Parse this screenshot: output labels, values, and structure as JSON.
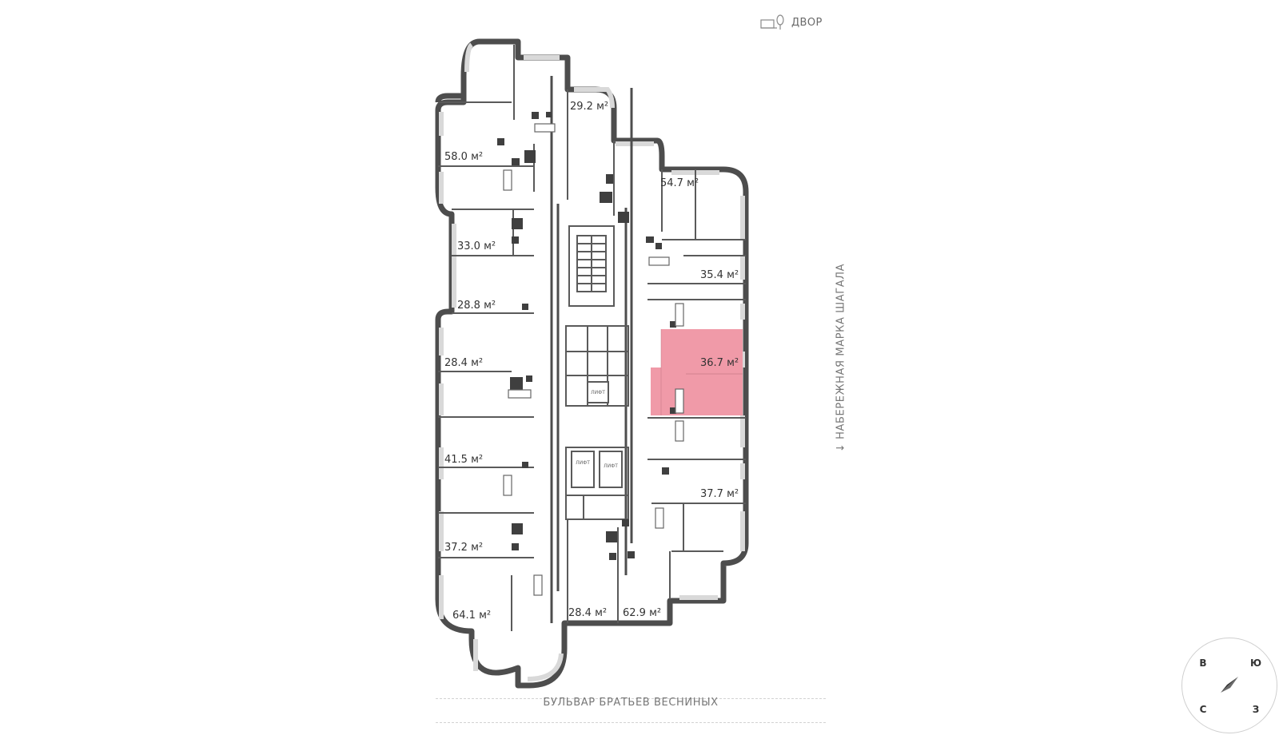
{
  "courtyard": {
    "label": "ДВОР",
    "icon": "courtyard-icon"
  },
  "streets": {
    "bottom": "БУЛЬВАР БРАТЬЕВ ВЕСНИНЫХ",
    "side": "↓ НАБЕРЕЖНАЯ МАРКА ШАГАЛА"
  },
  "compass": {
    "north_left": "В",
    "north_right": "Ю",
    "south_left": "С",
    "south_right": "З"
  },
  "lifts": [
    "ЛИФТ",
    "ЛИФТ",
    "ЛИФТ"
  ],
  "highlight_color": "#f09aa8",
  "wall_color": "#4d4d4d",
  "apartments": [
    {
      "id": "a1",
      "area": "29.2 м²",
      "selected": false
    },
    {
      "id": "a2",
      "area": "58.0 м²",
      "selected": false
    },
    {
      "id": "a3",
      "area": "54.7 м²",
      "selected": false
    },
    {
      "id": "a4",
      "area": "33.0 м²",
      "selected": false
    },
    {
      "id": "a5",
      "area": "35.4 м²",
      "selected": false
    },
    {
      "id": "a6",
      "area": "28.8 м²",
      "selected": false
    },
    {
      "id": "a7",
      "area": "28.4 м²",
      "selected": false
    },
    {
      "id": "a8",
      "area": "36.7 м²",
      "selected": true
    },
    {
      "id": "a9",
      "area": "41.5 м²",
      "selected": false
    },
    {
      "id": "a10",
      "area": "37.7 м²",
      "selected": false
    },
    {
      "id": "a11",
      "area": "37.2 м²",
      "selected": false
    },
    {
      "id": "a12",
      "area": "64.1 м²",
      "selected": false
    },
    {
      "id": "a13",
      "area": "28.4 м²",
      "selected": false
    },
    {
      "id": "a14",
      "area": "62.9 м²",
      "selected": false
    }
  ]
}
